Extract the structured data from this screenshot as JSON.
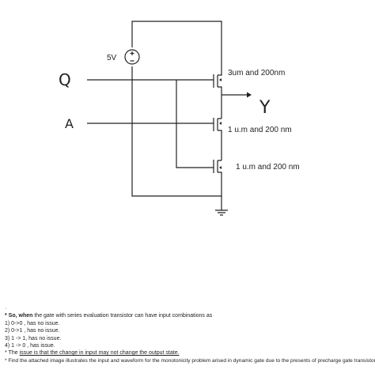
{
  "diagram": {
    "source_label": "5V",
    "input_q": "Q",
    "input_a": "A",
    "output_y": "Y",
    "t1_size": "3um and 200nm",
    "t2_size": "1 u.m and 200 nm",
    "t3_size": "1 u.m and 200 nm"
  },
  "notes": {
    "dot": "·",
    "l1_bold": "* So, when",
    "l1_rest": " the gate with series evaluation transistor can have input combinations as",
    "l2": "1) 0->0 , has no issue.",
    "l3": "2) 0->1 , has no issue.",
    "l4": "3) 1 -> 1, has no issue.",
    "l5": "4) 1 -> 0 , has issue.",
    "l6_pre": "* The ",
    "l6_u": "issue is that the change in input may not change the output state.",
    "l7": "* Find the attached image illustrates the input and waveform for the monotonicity problem arised in dynamic gate due to the presents of precharge gate transistors."
  },
  "colors": {
    "line": "#222222"
  }
}
